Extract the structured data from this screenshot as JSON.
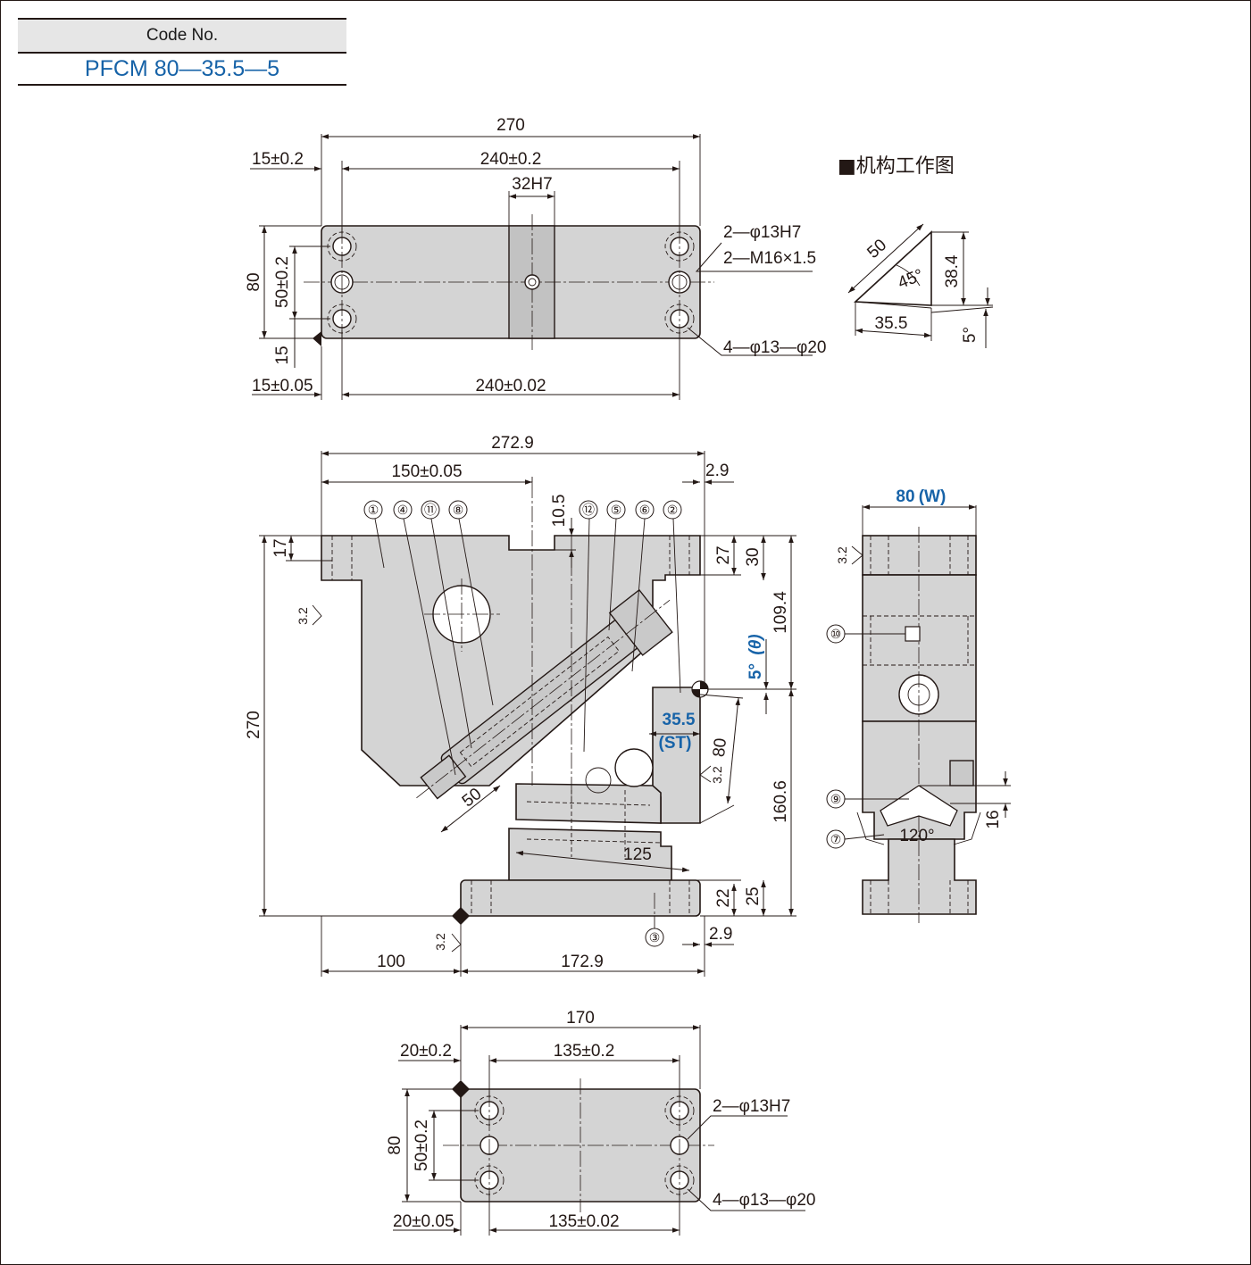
{
  "code_box": {
    "header": "Code No.",
    "value": "PFCM 80—35.5—5"
  },
  "section_title": "■机构工作图",
  "top_view": {
    "overall_width": "270",
    "pitch_tol": "240±0.2",
    "offset_tol": "15±0.2",
    "slot": "32H7",
    "height": "80",
    "hole_pitch": "50±0.2",
    "bottom_offset": "15",
    "bottom_pitch": "240±0.02",
    "bottom_offset_tol": "15±0.05",
    "note_pin": "2—φ13H7",
    "note_thread": "2—M16×1.5",
    "note_cbore": "4—φ13—φ20"
  },
  "mechanism": {
    "hyp": "50",
    "angle": "45°",
    "rise": "38.4",
    "base": "35.5",
    "tilt": "5°"
  },
  "front_view": {
    "total_width": "272.9",
    "offset": "150±0.05",
    "overhang": "2.9",
    "slot_depth": "10.5",
    "dims_left": [
      "17",
      "270"
    ],
    "dims_right": [
      "27",
      "30",
      "109.4",
      "160.6",
      "22",
      "25"
    ],
    "stroke": "35.5",
    "stroke_label": "(ST)",
    "angle": "5°",
    "theta": "(θ)",
    "block_height": "80",
    "slide_len": "50",
    "base_len": "125",
    "bottom_left": "100",
    "bottom_right": "172.9",
    "bottom_overhang": "2.9",
    "roughness": "3.2",
    "balloons_top": [
      "①",
      "④",
      "⑪",
      "⑧",
      "⑫",
      "⑤",
      "⑥",
      "②"
    ],
    "balloon_bottom": "③"
  },
  "side_view": {
    "width_val": "80",
    "width_label": "(W)",
    "angle": "120°",
    "depth": "16",
    "balloons": [
      "⑩",
      "⑨",
      "⑦"
    ]
  },
  "bottom_view": {
    "overall_width": "170",
    "pitch_tol": "135±0.2",
    "offset_tol": "20±0.2",
    "height": "80",
    "hole_pitch": "50±0.2",
    "bottom_offset_tol": "20±0.05",
    "bottom_pitch": "135±0.02",
    "note_pin": "2—φ13H7",
    "note_cbore": "4—φ13—φ20"
  }
}
